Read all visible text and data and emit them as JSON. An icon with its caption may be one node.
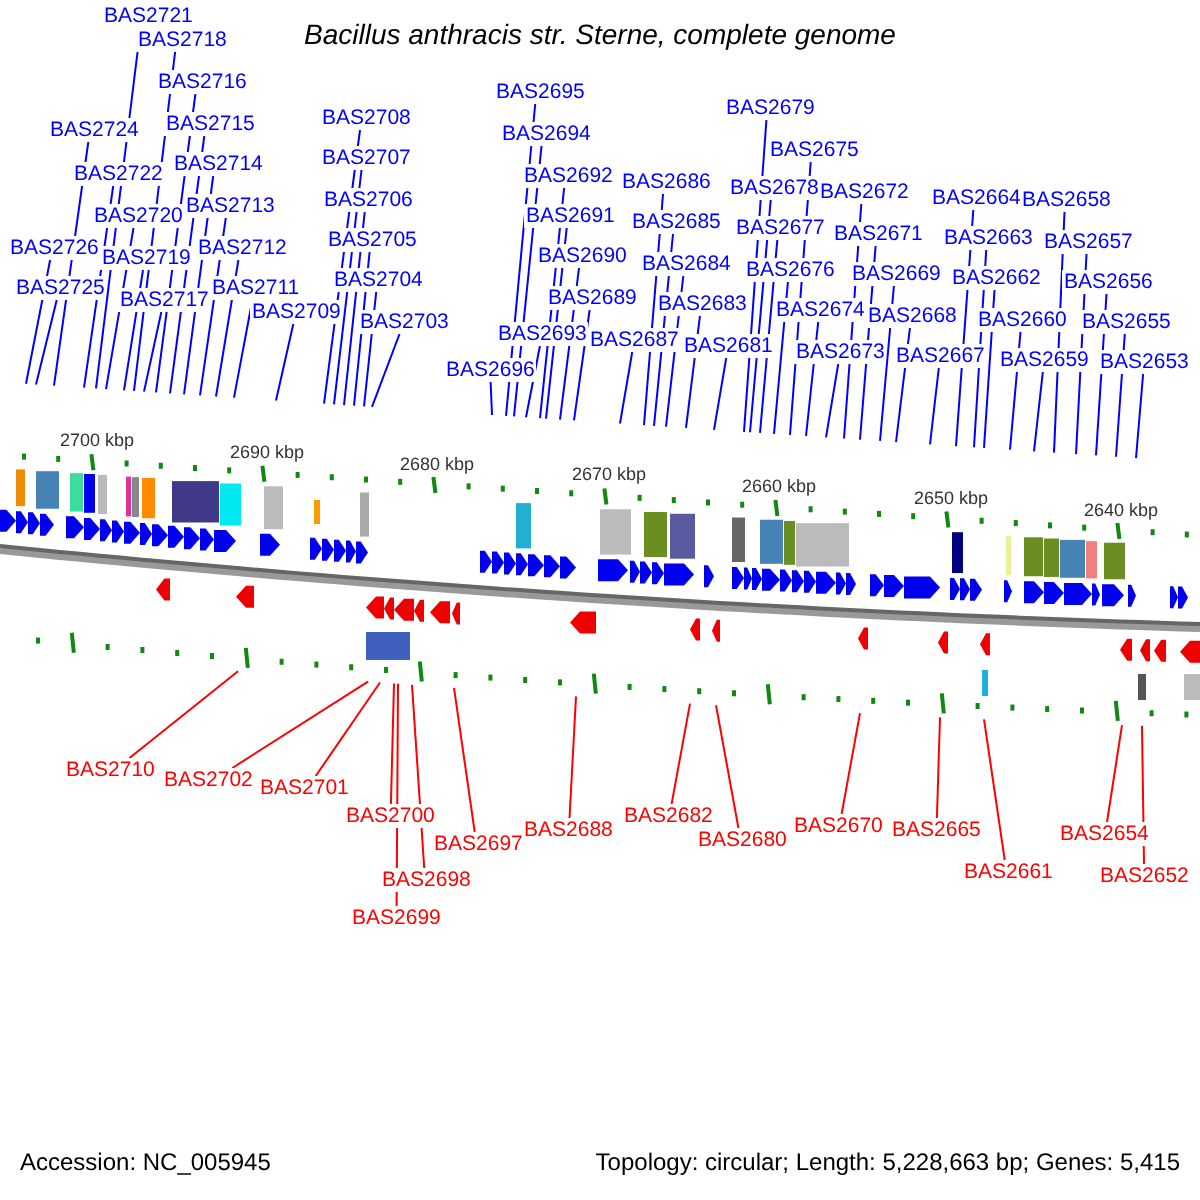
{
  "diagram": {
    "title": "Bacillus anthracis str. Sterne, complete genome",
    "nodes": [
      {
        "text": [
          "BAS2726"
        ]
      },
      {
        "text": [
          "BAS2725"
        ]
      },
      {
        "text": [
          "BAS2724"
        ]
      },
      {
        "text": [
          "BAS2722"
        ]
      },
      {
        "text": [
          "BAS2721"
        ]
      },
      {
        "text": [
          "BAS2720"
        ]
      },
      {
        "text": [
          "BAS2719"
        ]
      },
      {
        "text": [
          "BAS2718"
        ]
      },
      {
        "text": [
          "BAS2717"
        ]
      },
      {
        "text": [
          "BAS2716"
        ]
      },
      {
        "text": [
          "BAS2715"
        ]
      },
      {
        "text": [
          "BAS2714"
        ]
      },
      {
        "text": [
          "BAS2713"
        ]
      },
      {
        "text": [
          "BAS2712"
        ]
      },
      {
        "text": [
          "BAS2711"
        ]
      },
      {
        "text": [
          "BAS2709"
        ]
      },
      {
        "text": [
          "BAS2708"
        ]
      },
      {
        "text": [
          "BAS2707"
        ]
      },
      {
        "text": [
          "BAS2706"
        ]
      },
      {
        "text": [
          "BAS2705"
        ]
      },
      {
        "text": [
          "BAS2704"
        ]
      },
      {
        "text": [
          "BAS2703"
        ]
      },
      {
        "text": [
          "BAS2696"
        ]
      },
      {
        "text": [
          "BAS2695"
        ]
      },
      {
        "text": [
          "BAS2694"
        ]
      },
      {
        "text": [
          "BAS2693"
        ]
      },
      {
        "text": [
          "BAS2692"
        ]
      },
      {
        "text": [
          "BAS2691"
        ]
      },
      {
        "text": [
          "BAS2690"
        ]
      },
      {
        "text": [
          "BAS2689"
        ]
      },
      {
        "text": [
          "BAS2687"
        ]
      },
      {
        "text": [
          "BAS2686"
        ]
      },
      {
        "text": [
          "BAS2685"
        ]
      },
      {
        "text": [
          "BAS2684"
        ]
      },
      {
        "text": [
          "BAS2683"
        ]
      },
      {
        "text": [
          "BAS2681"
        ]
      },
      {
        "text": [
          "BAS2679"
        ]
      },
      {
        "text": [
          "BAS2678"
        ]
      },
      {
        "text": [
          "BAS2677"
        ]
      },
      {
        "text": [
          "BAS2676"
        ]
      },
      {
        "text": [
          "BAS2675"
        ]
      },
      {
        "text": [
          "BAS2674"
        ]
      },
      {
        "text": [
          "BAS2673"
        ]
      },
      {
        "text": [
          "BAS2672"
        ]
      },
      {
        "text": [
          "BAS2671"
        ]
      },
      {
        "text": [
          "BAS2669"
        ]
      },
      {
        "text": [
          "BAS2668"
        ]
      },
      {
        "text": [
          "BAS2667"
        ]
      },
      {
        "text": [
          "BAS2664"
        ]
      },
      {
        "text": [
          "BAS2663"
        ]
      },
      {
        "text": [
          "BAS2662"
        ]
      },
      {
        "text": [
          "BAS2660"
        ]
      },
      {
        "text": [
          "BAS2659"
        ]
      },
      {
        "text": [
          "BAS2658"
        ]
      },
      {
        "text": [
          "BAS2657"
        ]
      },
      {
        "text": [
          "BAS2656"
        ]
      },
      {
        "text": [
          "BAS2655"
        ]
      },
      {
        "text": [
          "BAS2653"
        ]
      },
      {
        "text": [
          "BAS2710"
        ]
      },
      {
        "text": [
          "BAS2702"
        ]
      },
      {
        "text": [
          "BAS2701"
        ]
      },
      {
        "text": [
          "BAS2700"
        ]
      },
      {
        "text": [
          "BAS2699"
        ]
      },
      {
        "text": [
          "BAS2698"
        ]
      },
      {
        "text": [
          "BAS2697"
        ]
      },
      {
        "text": [
          "BAS2688"
        ]
      },
      {
        "text": [
          "BAS2682"
        ]
      },
      {
        "text": [
          "BAS2680"
        ]
      },
      {
        "text": [
          "BAS2670"
        ]
      },
      {
        "text": [
          "BAS2665"
        ]
      },
      {
        "text": [
          "BAS2661"
        ]
      },
      {
        "text": [
          "BAS2654"
        ]
      },
      {
        "text": [
          "BAS2652"
        ]
      }
    ],
    "edges": [
      {
        "from": 0,
        "to": null,
        "arrow": "none"
      },
      {
        "from": 1,
        "to": null,
        "arrow": "none"
      },
      {
        "from": 2,
        "to": null,
        "arrow": "none"
      },
      {
        "from": 3,
        "to": null,
        "arrow": "none"
      },
      {
        "from": 4,
        "to": null,
        "arrow": "none"
      },
      {
        "from": 5,
        "to": null,
        "arrow": "none"
      },
      {
        "from": 6,
        "to": null,
        "arrow": "none"
      },
      {
        "from": 7,
        "to": null,
        "arrow": "none"
      },
      {
        "from": 8,
        "to": null,
        "arrow": "none"
      },
      {
        "from": 9,
        "to": null,
        "arrow": "none"
      },
      {
        "from": 10,
        "to": null,
        "arrow": "none"
      },
      {
        "from": 11,
        "to": null,
        "arrow": "none"
      },
      {
        "from": 12,
        "to": null,
        "arrow": "none"
      },
      {
        "from": 13,
        "to": null,
        "arrow": "none"
      },
      {
        "from": 14,
        "to": null,
        "arrow": "none"
      },
      {
        "from": 15,
        "to": null,
        "arrow": "none"
      },
      {
        "from": 16,
        "to": null,
        "arrow": "none"
      },
      {
        "from": 17,
        "to": null,
        "arrow": "none"
      },
      {
        "from": 18,
        "to": null,
        "arrow": "none"
      },
      {
        "from": 19,
        "to": null,
        "arrow": "none"
      },
      {
        "from": 20,
        "to": null,
        "arrow": "none"
      },
      {
        "from": 21,
        "to": null,
        "arrow": "none"
      },
      {
        "from": 22,
        "to": null,
        "arrow": "none"
      },
      {
        "from": 23,
        "to": null,
        "arrow": "none"
      },
      {
        "from": 24,
        "to": null,
        "arrow": "none"
      },
      {
        "from": 25,
        "to": null,
        "arrow": "none"
      },
      {
        "from": 26,
        "to": null,
        "arrow": "none"
      },
      {
        "from": 27,
        "to": null,
        "arrow": "none"
      },
      {
        "from": 28,
        "to": null,
        "arrow": "none"
      },
      {
        "from": 29,
        "to": null,
        "arrow": "none"
      },
      {
        "from": 30,
        "to": null,
        "arrow": "none"
      },
      {
        "from": 31,
        "to": null,
        "arrow": "none"
      },
      {
        "from": 32,
        "to": null,
        "arrow": "none"
      },
      {
        "from": 33,
        "to": null,
        "arrow": "none"
      },
      {
        "from": 34,
        "to": null,
        "arrow": "none"
      },
      {
        "from": 35,
        "to": null,
        "arrow": "none"
      },
      {
        "from": 36,
        "to": null,
        "arrow": "none"
      },
      {
        "from": 37,
        "to": null,
        "arrow": "none"
      },
      {
        "from": 38,
        "to": null,
        "arrow": "none"
      },
      {
        "from": 39,
        "to": null,
        "arrow": "none"
      },
      {
        "from": 40,
        "to": null,
        "arrow": "none"
      },
      {
        "from": 41,
        "to": null,
        "arrow": "none"
      },
      {
        "from": 42,
        "to": null,
        "arrow": "none"
      },
      {
        "from": 43,
        "to": null,
        "arrow": "none"
      },
      {
        "from": 44,
        "to": null,
        "arrow": "none"
      },
      {
        "from": 45,
        "to": null,
        "arrow": "none"
      },
      {
        "from": 46,
        "to": null,
        "arrow": "none"
      },
      {
        "from": 47,
        "to": null,
        "arrow": "none"
      },
      {
        "from": 48,
        "to": null,
        "arrow": "none"
      },
      {
        "from": 49,
        "to": null,
        "arrow": "none"
      },
      {
        "from": 50,
        "to": null,
        "arrow": "none"
      },
      {
        "from": 51,
        "to": null,
        "arrow": "none"
      },
      {
        "from": 52,
        "to": null,
        "arrow": "none"
      },
      {
        "from": 53,
        "to": null,
        "arrow": "none"
      },
      {
        "from": 54,
        "to": null,
        "arrow": "none"
      },
      {
        "from": 55,
        "to": null,
        "arrow": "none"
      },
      {
        "from": 56,
        "to": null,
        "arrow": "none"
      },
      {
        "from": 57,
        "to": null,
        "arrow": "none"
      },
      {
        "from": 58,
        "to": null,
        "arrow": "none",
        "color": "#ff0000"
      },
      {
        "from": 59,
        "to": null,
        "arrow": "none",
        "color": "#ff0000"
      },
      {
        "from": 60,
        "to": null,
        "arrow": "none",
        "color": "#ff0000"
      },
      {
        "from": 61,
        "to": null,
        "arrow": "none",
        "color": "#ff0000"
      },
      {
        "from": 62,
        "to": null,
        "arrow": "none",
        "color": "#ff0000"
      },
      {
        "from": 63,
        "to": null,
        "arrow": "none",
        "color": "#ff0000"
      },
      {
        "from": 64,
        "to": null,
        "arrow": "none",
        "color": "#ff0000"
      },
      {
        "from": 65,
        "to": null,
        "arrow": "none",
        "color": "#ff0000"
      },
      {
        "from": 66,
        "to": null,
        "arrow": "none",
        "color": "#ff0000"
      },
      {
        "from": 67,
        "to": null,
        "arrow": "none",
        "color": "#ff0000"
      },
      {
        "from": 68,
        "to": null,
        "arrow": "none",
        "color": "#ff0000"
      },
      {
        "from": 69,
        "to": null,
        "arrow": "none",
        "color": "#ff0000"
      },
      {
        "from": 70,
        "to": null,
        "arrow": "none",
        "color": "#ff0000"
      },
      {
        "from": 71,
        "to": null,
        "arrow": "none",
        "color": "#ff0000"
      },
      {
        "from": 72,
        "to": null,
        "arrow": "none",
        "color": "#ff0000"
      }
    ],
    "labels": [
      "2700 kbp",
      "2690 kbp",
      "2680 kbp",
      "2670 kbp",
      "2660 kbp",
      "2650 kbp",
      "2640 kbp",
      "Accession: NC_005945",
      "Topology: circular; Length: 5,228,663 bp; Genes: 5,415"
    ]
  }
}
